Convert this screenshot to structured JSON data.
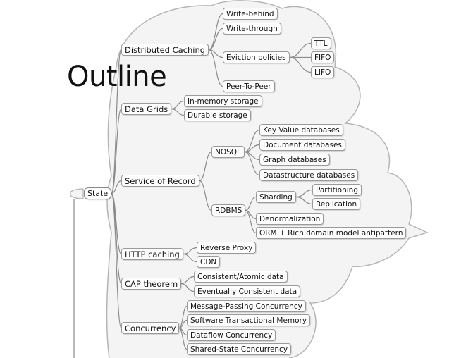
{
  "title": "Outline",
  "mindmap": {
    "root": "State",
    "branches": [
      {
        "label": "Distributed Caching",
        "children": [
          {
            "label": "Write-behind"
          },
          {
            "label": "Write-through"
          },
          {
            "label": "Eviction policies",
            "children": [
              {
                "label": "TTL"
              },
              {
                "label": "FIFO"
              },
              {
                "label": "LIFO"
              }
            ]
          },
          {
            "label": "Peer-To-Peer"
          }
        ]
      },
      {
        "label": "Data Grids",
        "children": [
          {
            "label": "In-memory storage"
          },
          {
            "label": "Durable storage"
          }
        ]
      },
      {
        "label": "Service of Record",
        "children": [
          {
            "label": "NOSQL",
            "children": [
              {
                "label": "Key Value databases"
              },
              {
                "label": "Document databases"
              },
              {
                "label": "Graph databases"
              },
              {
                "label": "Datastructure databases"
              }
            ]
          },
          {
            "label": "RDBMS",
            "children": [
              {
                "label": "Sharding",
                "children": [
                  {
                    "label": "Partitioning"
                  },
                  {
                    "label": "Replication"
                  }
                ]
              },
              {
                "label": "Denormalization"
              },
              {
                "label": "ORM + Rich domain model antipattern"
              }
            ]
          }
        ]
      },
      {
        "label": "HTTP caching",
        "children": [
          {
            "label": "Reverse Proxy"
          },
          {
            "label": "CDN"
          }
        ]
      },
      {
        "label": "CAP theorem",
        "children": [
          {
            "label": "Consistent/Atomic data"
          },
          {
            "label": "Eventually Consistent data"
          }
        ]
      },
      {
        "label": "Concurrency",
        "children": [
          {
            "label": "Message-Passing Concurrency"
          },
          {
            "label": "Software Transactional Memory"
          },
          {
            "label": "Dataflow Concurrency"
          },
          {
            "label": "Shared-State Concurrency"
          }
        ]
      }
    ]
  }
}
